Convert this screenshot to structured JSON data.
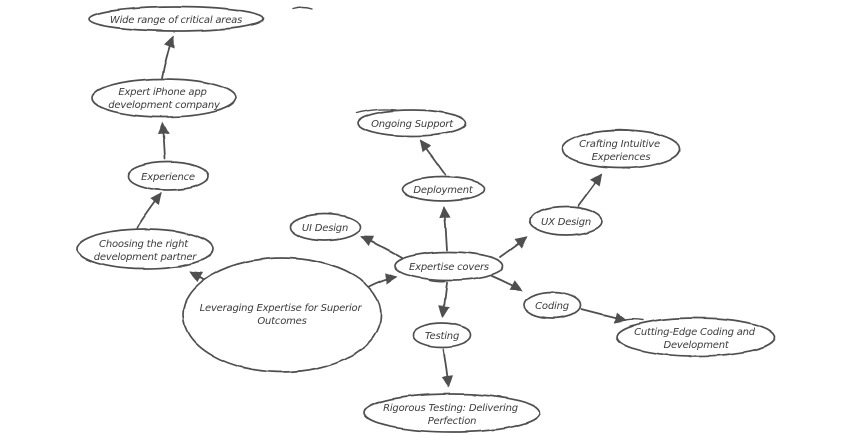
{
  "app": {
    "background_color": "#ffffff",
    "stroke_color": "#4f4f4f",
    "text_color": "#3c3c3c",
    "diagram_type": "hand-drawn mind map"
  },
  "nodes": {
    "wide_range": {
      "label": "Wide range of critical areas"
    },
    "expert_iphone": {
      "line1": "Expert iPhone app",
      "line2": "development company"
    },
    "experience": {
      "label": "Experience"
    },
    "choosing_partner": {
      "line1": "Choosing the right",
      "line2": "development partner"
    },
    "leveraging_outcomes": {
      "line1": "Leveraging Expertise for Superior",
      "line2": "Outcomes"
    },
    "ongoing_support": {
      "label": "Ongoing Support"
    },
    "deployment": {
      "label": "Deployment"
    },
    "ui_design": {
      "label": "UI Design"
    },
    "expertise_covers": {
      "label": "Expertise covers"
    },
    "ux_design": {
      "label": "UX Design"
    },
    "crafting_experiences": {
      "line1": "Crafting Intuitive",
      "line2": "Experiences"
    },
    "coding": {
      "label": "Coding"
    },
    "cutting_edge": {
      "line1": "Cutting-Edge Coding and",
      "line2": "Development"
    },
    "testing": {
      "label": "Testing"
    },
    "rigorous_testing": {
      "line1": "Rigorous Testing: Delivering",
      "line2": "Perfection"
    }
  },
  "edges": [
    {
      "from": "expert_iphone",
      "to": "wide_range"
    },
    {
      "from": "experience",
      "to": "expert_iphone"
    },
    {
      "from": "choosing_partner",
      "to": "experience"
    },
    {
      "from": "leveraging_outcomes",
      "to": "choosing_partner"
    },
    {
      "from": "leveraging_outcomes",
      "to": "expertise_covers"
    },
    {
      "from": "expertise_covers",
      "to": "ui_design"
    },
    {
      "from": "expertise_covers",
      "to": "deployment"
    },
    {
      "from": "deployment",
      "to": "ongoing_support"
    },
    {
      "from": "expertise_covers",
      "to": "ux_design"
    },
    {
      "from": "ux_design",
      "to": "crafting_experiences"
    },
    {
      "from": "expertise_covers",
      "to": "coding"
    },
    {
      "from": "coding",
      "to": "cutting_edge"
    },
    {
      "from": "expertise_covers",
      "to": "testing"
    },
    {
      "from": "testing",
      "to": "rigorous_testing"
    }
  ]
}
